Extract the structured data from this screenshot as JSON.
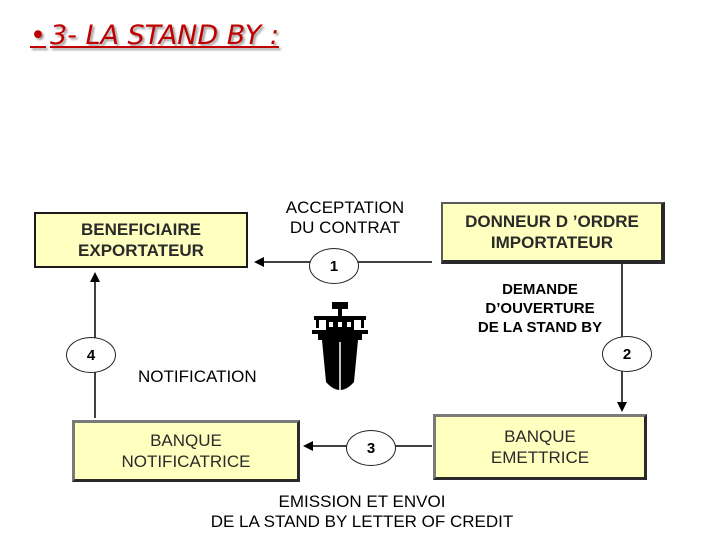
{
  "title": {
    "bullet": "•",
    "text": "3- LA STAND BY :"
  },
  "boxes": {
    "beneficiaire": {
      "line1": "BENEFICIAIRE",
      "line2": "EXPORTATEUR"
    },
    "donneur": {
      "line1": "DONNEUR D ’ORDRE",
      "line2": "IMPORTATEUR"
    },
    "banque_notificatrice": {
      "line1": "BANQUE",
      "line2": "NOTIFICATRICE"
    },
    "banque_emettrice": {
      "line1": "BANQUE",
      "line2": "EMETTRICE"
    }
  },
  "labels": {
    "acceptation": {
      "line1": "ACCEPTATION",
      "line2": "DU CONTRAT"
    },
    "demande": {
      "line1": "DEMANDE",
      "line2": "D’OUVERTURE",
      "line3": "DE LA STAND BY"
    },
    "notification": "NOTIFICATION",
    "emission": {
      "line1": "EMISSION ET ENVOI",
      "line2": "DE LA STAND BY LETTER OF CREDIT"
    }
  },
  "steps": {
    "s1": "1",
    "s2": "2",
    "s3": "3",
    "s4": "4"
  },
  "icons": {
    "ship": "ship-icon"
  },
  "colors": {
    "title": "#c00000",
    "box_fill": "#ffffc0"
  }
}
